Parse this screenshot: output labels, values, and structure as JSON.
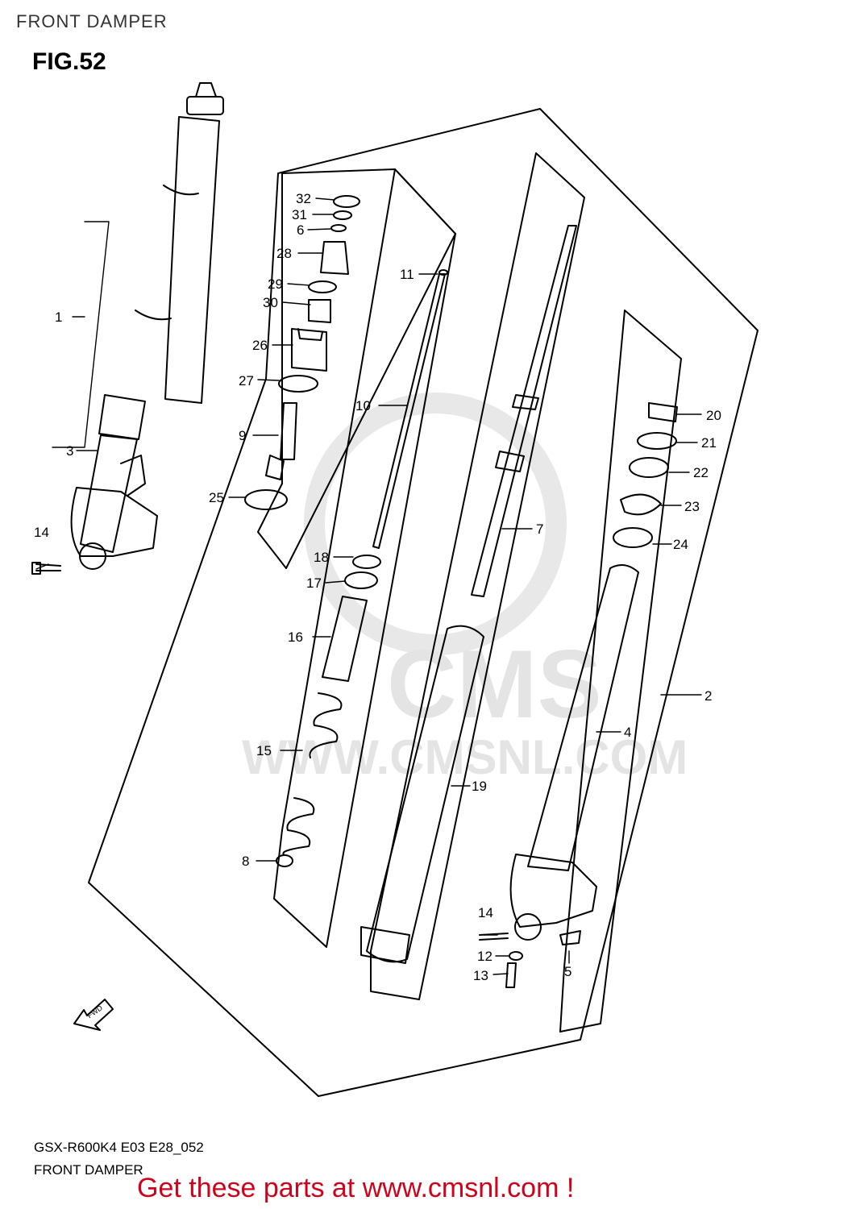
{
  "page_title": "FRONT DAMPER",
  "figure_label": "FIG.52",
  "footer": {
    "model_code": "GSX-R600K4 E03 E28_052",
    "section_title": "FRONT DAMPER"
  },
  "promo_text": "Get these parts at www.cmsnl.com !",
  "watermark": {
    "logo_text": "CMS",
    "url_text": "WWW.CMSNL.COM"
  },
  "fwd_arrow_label": "FWD",
  "callouts": [
    "1",
    "2",
    "3",
    "4",
    "5",
    "6",
    "7",
    "8",
    "9",
    "10",
    "11",
    "12",
    "13",
    "14",
    "14",
    "15",
    "16",
    "17",
    "18",
    "19",
    "20",
    "21",
    "22",
    "23",
    "24",
    "25",
    "26",
    "27",
    "28",
    "29",
    "30",
    "31",
    "32"
  ],
  "colors": {
    "promo": "#d0021b",
    "line": "#000000",
    "watermark": "#e4e4e4"
  }
}
